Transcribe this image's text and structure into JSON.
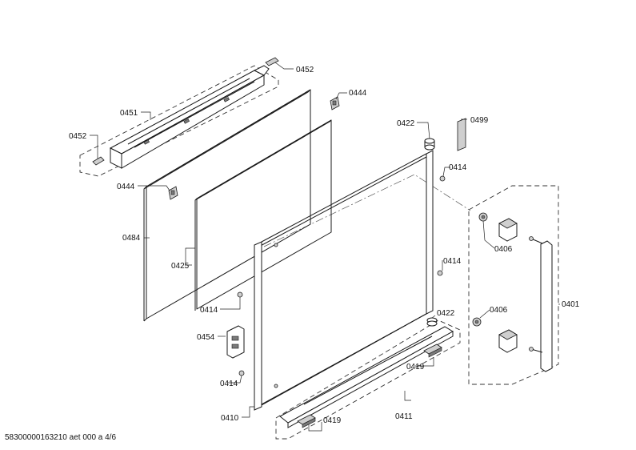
{
  "footer": {
    "document_code": "58300000163210 aet 000 a 4/6"
  },
  "callouts": [
    {
      "id": "0452-top",
      "text": "0452"
    },
    {
      "id": "0451",
      "text": "0451"
    },
    {
      "id": "0452-left",
      "text": "0452"
    },
    {
      "id": "0444-right",
      "text": "0444"
    },
    {
      "id": "0444-left",
      "text": "0444"
    },
    {
      "id": "0484",
      "text": "0484"
    },
    {
      "id": "0425",
      "text": "0425"
    },
    {
      "id": "0414-center",
      "text": "0414"
    },
    {
      "id": "0454",
      "text": "0454"
    },
    {
      "id": "0414-bottom",
      "text": "0414"
    },
    {
      "id": "0410",
      "text": "0410"
    },
    {
      "id": "0422-top",
      "text": "0422"
    },
    {
      "id": "0499",
      "text": "0499"
    },
    {
      "id": "0414-top-right",
      "text": "0414"
    },
    {
      "id": "0414-mid-right",
      "text": "0414"
    },
    {
      "id": "0422-bottom",
      "text": "0422"
    },
    {
      "id": "0419-right",
      "text": "0419"
    },
    {
      "id": "0419-bottom",
      "text": "0419"
    },
    {
      "id": "0411",
      "text": "0411"
    },
    {
      "id": "0406-top",
      "text": "0406"
    },
    {
      "id": "0406-bottom",
      "text": "0406"
    },
    {
      "id": "0401",
      "text": "0401"
    }
  ]
}
